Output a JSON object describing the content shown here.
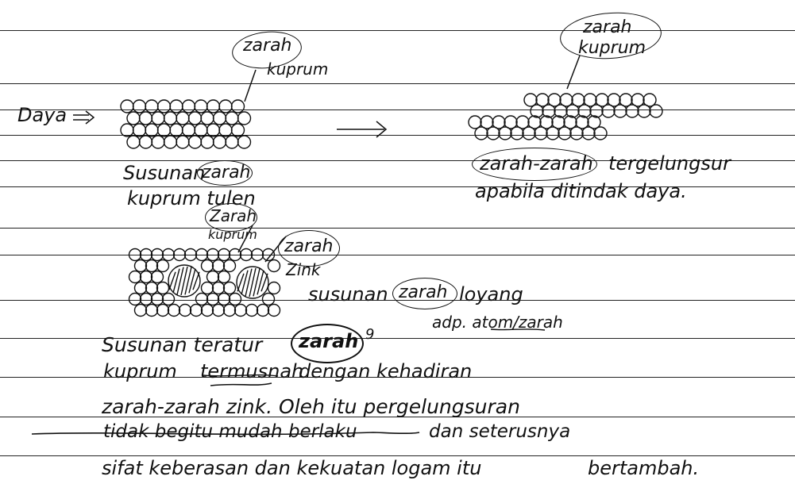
{
  "notes": {
    "top_left": {
      "force_label": "Daya",
      "particle_callout_line1": "zarah",
      "particle_callout_line2": "kuprum",
      "caption_line1_a": "Susunan",
      "caption_line1_b": "zarah",
      "caption_line2": "kuprum tulen"
    },
    "top_right": {
      "particle_callout_line1": "zarah",
      "particle_callout_line2": "kuprum",
      "caption_line1_a": "zarah-zarah",
      "caption_line1_b": "tergelungsur",
      "caption_line2": "apabila ditindak daya."
    },
    "alloy": {
      "copper_label_line1": "Zarah",
      "copper_label_line2": "kuprum",
      "zinc_label_line1": "zarah",
      "zinc_label_line2": "Zink",
      "caption_a": "susunan",
      "caption_b": "zarah",
      "caption_c": "loyang"
    },
    "paragraph": {
      "line1_a": "Susunan teratur",
      "line1_b": "zarah",
      "line1_c": "9",
      "line1_note": "adp. atom/zarah",
      "line2_a": "kuprum",
      "line2_b": "termusnah",
      "line2_c": "dengan kehadiran",
      "line3": "zarah-zarah zink. Oleh itu pergelungsuran",
      "line4_struck": "tidak begitu mudah berlaku",
      "line4_rest": "dan seterusnya",
      "line5_a": "sifat keberasan dan kekuatan logam itu",
      "line5_b": "bertambah."
    }
  },
  "colors": {
    "ink": "#111111",
    "paper": "#ffffff",
    "rule": "#222222"
  }
}
